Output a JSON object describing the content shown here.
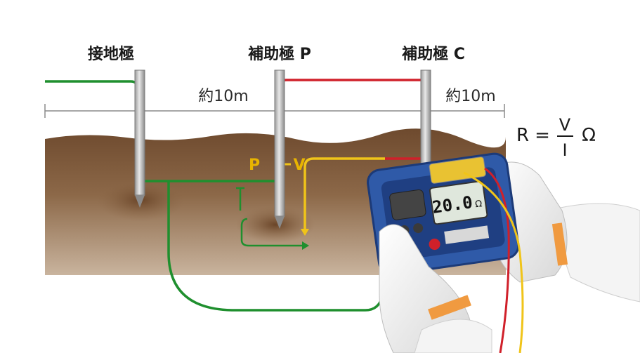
{
  "labels": {
    "earth_electrode": "接地極",
    "aux_p": "補助極 P",
    "aux_c": "補助極 C",
    "distance_1": "約10m",
    "distance_2": "約10m",
    "wire_p": "P",
    "wire_v": "V"
  },
  "formula": {
    "lhs": "R",
    "eq": "=",
    "numerator": "V",
    "denominator": "I",
    "unit": "Ω"
  },
  "current_marker": "I",
  "meter": {
    "reading": "20.0",
    "unit": "Ω"
  },
  "colors": {
    "green_wire": "#1f8f2e",
    "red_wire": "#d0202a",
    "yellow_wire": "#f0c419",
    "soil": "#7a5638",
    "meter_body": "#2f5aa8"
  }
}
